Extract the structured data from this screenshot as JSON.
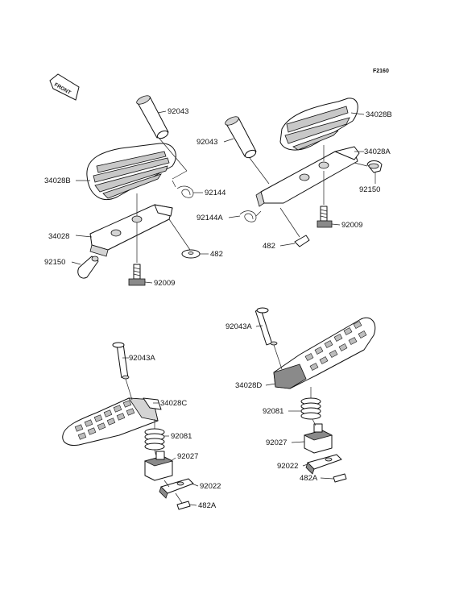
{
  "figure_code": "F2160",
  "front_marker": "FRONT",
  "labels": {
    "a_92043": "92043",
    "a_34028B": "34028B",
    "a_34028": "34028",
    "a_92144": "92144",
    "a_92150": "92150",
    "a_482": "482",
    "a_92009": "92009",
    "b_92043": "92043",
    "b_34028B": "34028B",
    "b_34028A": "34028A",
    "b_92150": "92150",
    "b_92144A": "92144A",
    "b_92009": "92009",
    "b_482": "482",
    "c_92043A": "92043A",
    "c_34028C": "34028C",
    "c_92081": "92081",
    "c_92027": "92027",
    "c_92022": "92022",
    "c_482A": "482A",
    "d_92043A": "92043A",
    "d_34028D": "34028D",
    "d_92081": "92081",
    "d_92027": "92027",
    "d_92022": "92022",
    "d_482A": "482A"
  }
}
